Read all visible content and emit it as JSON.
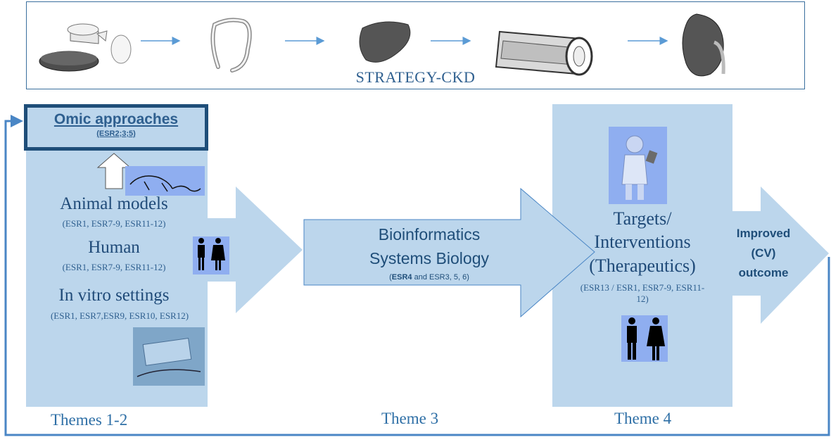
{
  "header": {
    "title": "STRATEGY-CKD"
  },
  "omic": {
    "title": "Omic approaches",
    "subtitle": "(ESR2;3;5)"
  },
  "theme12": {
    "animal_title": "Animal models",
    "animal_refs": "(ESR1,  ESR7-9, ESR11-12)",
    "human_title": "Human",
    "human_refs": "(ESR1, ESR7-9, ESR11-12)",
    "invitro_title": "In vitro settings",
    "invitro_refs": "(ESR1, ESR7,ESR9, ESR10, ESR12)",
    "label": "Themes 1-2"
  },
  "theme3": {
    "line1": "Bioinformatics",
    "line2": "Systems Biology",
    "refs_bold": "ESR4",
    "refs_rest": " and ESR3, 5, 6)",
    "refs_open": "(",
    "label": "Theme 3"
  },
  "theme4": {
    "line1": "Targets/",
    "line2": "Interventions",
    "line3": "(Therapeutics)",
    "refs_line1": "(ESR13 / ESR1, ESR7-9, ESR11-",
    "refs_line2": "12)",
    "label": "Theme 4"
  },
  "outcome": {
    "line1": "Improved",
    "line2": "(CV)",
    "line3": "outcome"
  },
  "colors": {
    "panel": "#bcd6ec",
    "arrow": "#bcd6ec",
    "frame": "#1f4e79",
    "text": "#2e5f8f",
    "line": "#4a86c5"
  }
}
